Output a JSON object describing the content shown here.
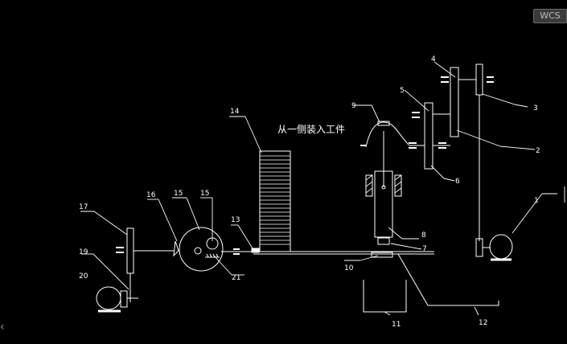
{
  "viewcube": {
    "label": "WCS"
  },
  "drawing": {
    "annotation": "从一侧装入工件",
    "callouts": [
      "1",
      "2",
      "3",
      "4",
      "5",
      "6",
      "7",
      "8",
      "9",
      "10",
      "11",
      "12",
      "13",
      "14",
      "15",
      "15",
      "16",
      "17",
      "19",
      "20",
      "21"
    ]
  },
  "nav": {
    "left_arrow": "‹"
  }
}
